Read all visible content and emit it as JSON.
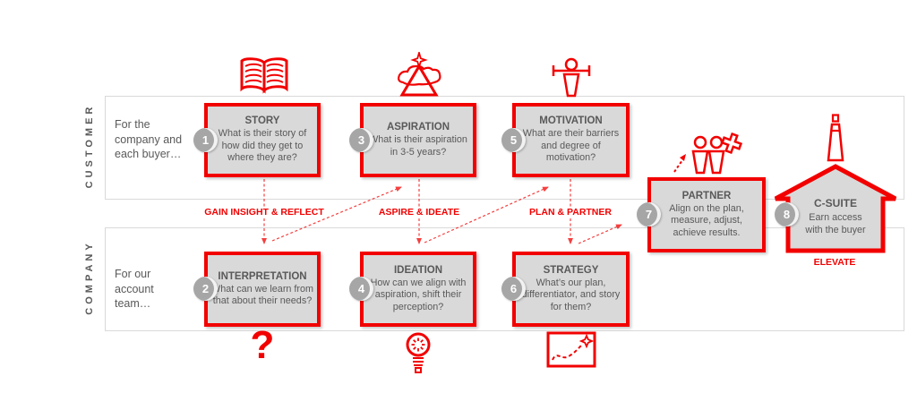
{
  "diagram": {
    "lanes": {
      "customer": {
        "label": "CUSTOMER",
        "intro": "For the\ncompany and\neach buyer…"
      },
      "company": {
        "label": "COMPANY",
        "intro": "For our\naccount\nteam…"
      }
    },
    "steps": {
      "s1": {
        "num": "1",
        "title": "STORY",
        "desc": "What is their story of how did they get to where they are?",
        "icon": "open-book-icon"
      },
      "s2": {
        "num": "2",
        "title": "INTERPRETATION",
        "desc": "What can we learn from that about their needs?",
        "icon": "question-mark-icon"
      },
      "s3": {
        "num": "3",
        "title": "ASPIRATION",
        "desc": "What is their aspiration in 3-5 years?",
        "icon": "mountain-peak-icon"
      },
      "s4": {
        "num": "4",
        "title": "IDEATION",
        "desc": "How can we align with aspiration, shift their perception?",
        "icon": "lightbulb-icon"
      },
      "s5": {
        "num": "5",
        "title": "MOTIVATION",
        "desc": "What are their barriers and degree of motivation?",
        "icon": "weightlifter-icon"
      },
      "s6": {
        "num": "6",
        "title": "STRATEGY",
        "desc": "What’s our plan, differentiator, and story for them?",
        "icon": "map-route-icon"
      },
      "s7": {
        "num": "7",
        "title": "PARTNER",
        "desc": "Align on the plan, measure, adjust, achieve results.",
        "icon": "partnership-icon"
      },
      "s8": {
        "num": "8",
        "title": "C-SUITE",
        "desc": "Earn access\nwith the buyer",
        "icon": "chimney-tower-icon"
      }
    },
    "phases": {
      "gain": "GAIN INSIGHT & REFLECT",
      "aspire": "ASPIRE & IDEATE",
      "plan": "PLAN & PARTNER",
      "elevate": "ELEVATE"
    },
    "icons": {
      "question_glyph": "?"
    },
    "colors": {
      "accent_red": "#f20000",
      "box_fill": "#d9d9d9",
      "text_gray": "#595959",
      "badge_gray": "#a6a6a6",
      "band_border": "#d9d9d9"
    }
  }
}
